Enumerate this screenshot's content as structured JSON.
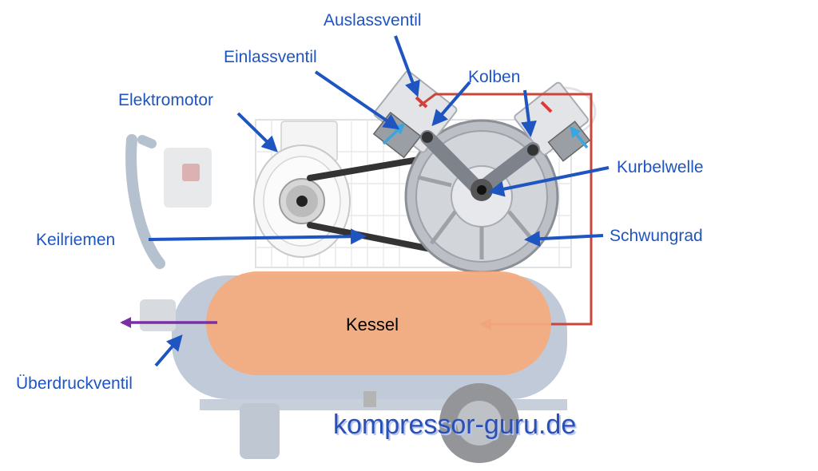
{
  "labels": {
    "auslassventil": "Auslassventil",
    "einlassventil": "Einlassventil",
    "kolben": "Kolben",
    "elektromotor": "Elektromotor",
    "kurbelwelle": "Kurbelwelle",
    "keilriemen": "Keilriemen",
    "schwungrad": "Schwungrad",
    "kessel": "Kessel",
    "ueberdruckventil": "Überdruckventil"
  },
  "branding": {
    "site": "kompressor-guru.de"
  },
  "colors": {
    "label_text": "#1f55c0",
    "pointer_arrow": "#1f55c0",
    "air_path": "#d93a3a",
    "relief_arrow": "#7b2fa5",
    "tank_fill": "#f3ab7e",
    "belt": "#333333"
  }
}
